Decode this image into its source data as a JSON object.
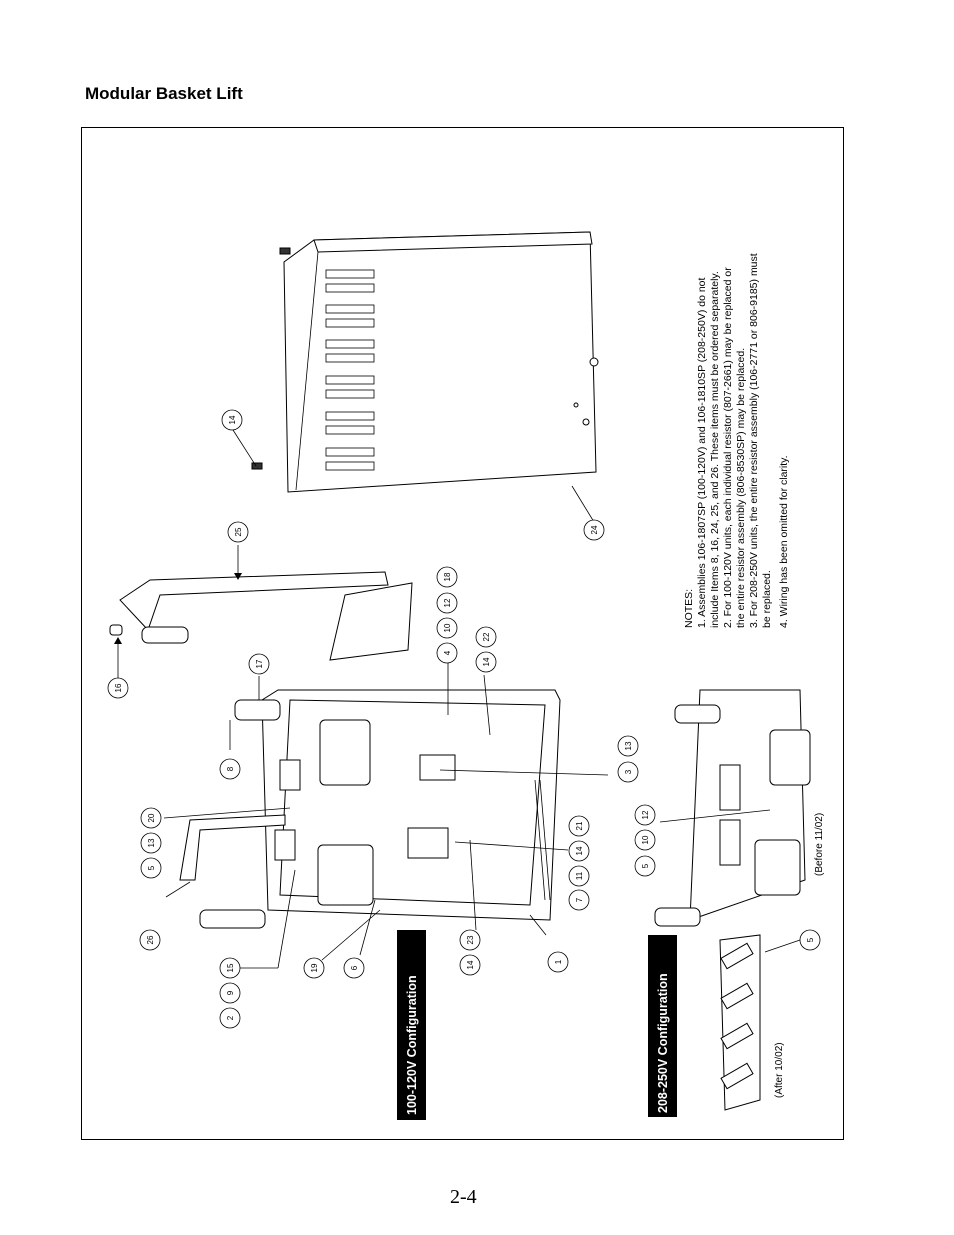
{
  "header": {
    "title": "Modular Basket Lift"
  },
  "footer": {
    "page_number": "2-4"
  },
  "diagram": {
    "config_labels": {
      "low_voltage": "100-120V Configuration",
      "high_voltage": "208-250V Configuration"
    },
    "date_labels": {
      "after": "(After 10/02)",
      "before": "(Before 11/02)"
    },
    "callouts": {
      "c1": "1",
      "c2": "2",
      "c3": "3",
      "c4": "4",
      "c5a": "5",
      "c5b": "5",
      "c5c": "5",
      "c6": "6",
      "c7": "7",
      "c8": "8",
      "c9": "9",
      "c10a": "10",
      "c10b": "10",
      "c11": "11",
      "c12a": "12",
      "c12b": "12",
      "c13a": "13",
      "c13b": "13",
      "c14a": "14",
      "c14b": "14",
      "c14c": "14",
      "c14d": "14",
      "c15": "15",
      "c16": "16",
      "c17": "17",
      "c18": "18",
      "c19": "19",
      "c20": "20",
      "c21": "21",
      "c22": "22",
      "c23": "23",
      "c24": "24",
      "c25": "25",
      "c26": "26"
    },
    "notes": {
      "heading": "NOTES:",
      "lines": [
        "1.  Assemblies 106-1807SP (100-120V) and 106-1810SP (208-250V) do not",
        "     include Items 8, 16, 24, 25, and 26. These items must be ordered separately.",
        "2.  For 100-120V units, each individual resistor (807-2661) may be replaced or",
        "     the entire resistor assembly (806-8530SP) may be replaced.",
        "3.  For 208-250V units, the entire resistor assembly (106-2771 or 806-9185) must",
        "     be replaced.",
        "4.  Wiring has been omitted for clarity."
      ]
    }
  }
}
